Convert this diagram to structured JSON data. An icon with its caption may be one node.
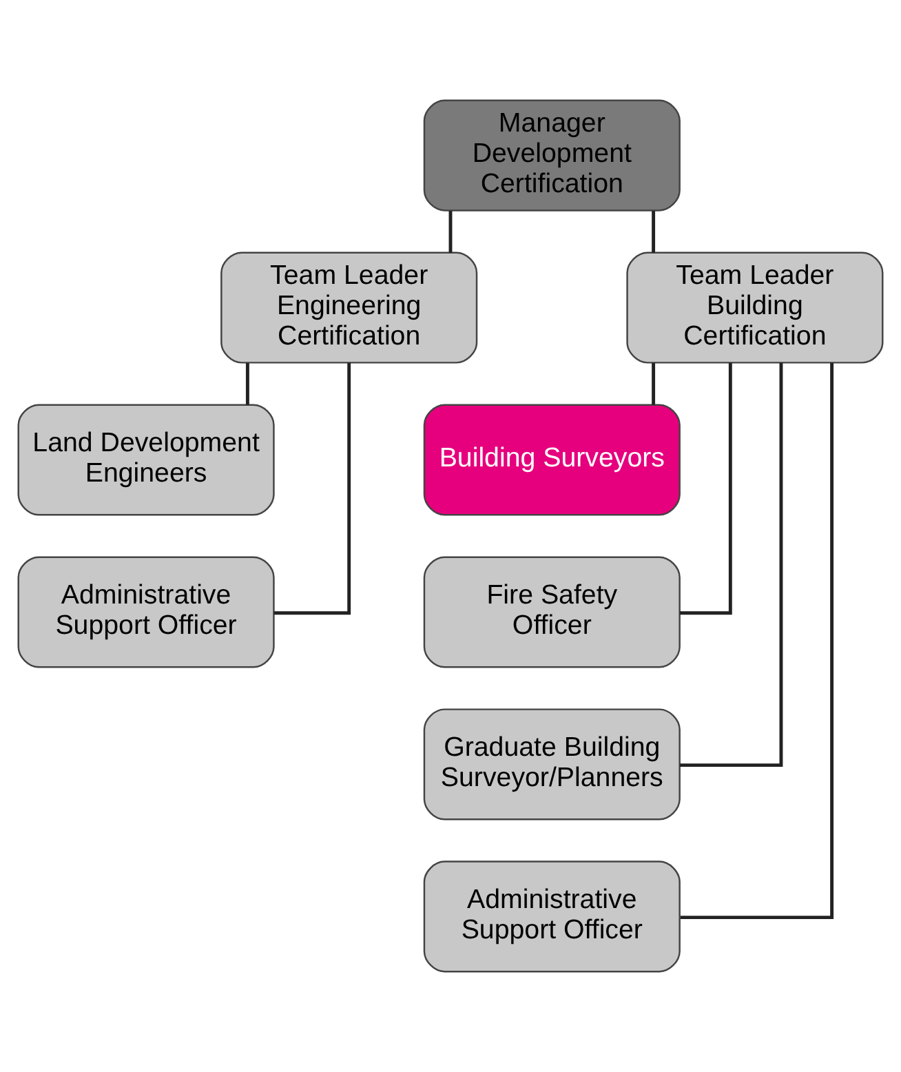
{
  "diagram": {
    "nodes": [
      {
        "text": [
          "Manager Development Certification"
        ]
      },
      {
        "text": [
          "Team Leader Engineering Certification"
        ]
      },
      {
        "text": [
          "Team Leader Building Certification"
        ]
      },
      {
        "text": [
          "Land Development Engineers"
        ]
      },
      {
        "text": [
          "Administrative Support Officer"
        ]
      },
      {
        "text": [
          "Building Surveyors"
        ]
      },
      {
        "text": [
          "Fire Safety Officer"
        ]
      },
      {
        "text": [
          "Graduate Building Surveyor/Planners"
        ]
      },
      {
        "text": [
          "Administrative Support Officer"
        ]
      }
    ],
    "edges": [
      {
        "from": 0,
        "to": 1,
        "arrow": "none"
      },
      {
        "from": 0,
        "to": 2,
        "arrow": "none"
      },
      {
        "from": 1,
        "to": 3,
        "arrow": "none"
      },
      {
        "from": 1,
        "to": 4,
        "arrow": "none"
      },
      {
        "from": 2,
        "to": 5,
        "arrow": "none"
      },
      {
        "from": 2,
        "to": 6,
        "arrow": "none"
      },
      {
        "from": 2,
        "to": 7,
        "arrow": "none"
      },
      {
        "from": 2,
        "to": 8,
        "arrow": "none"
      }
    ]
  }
}
